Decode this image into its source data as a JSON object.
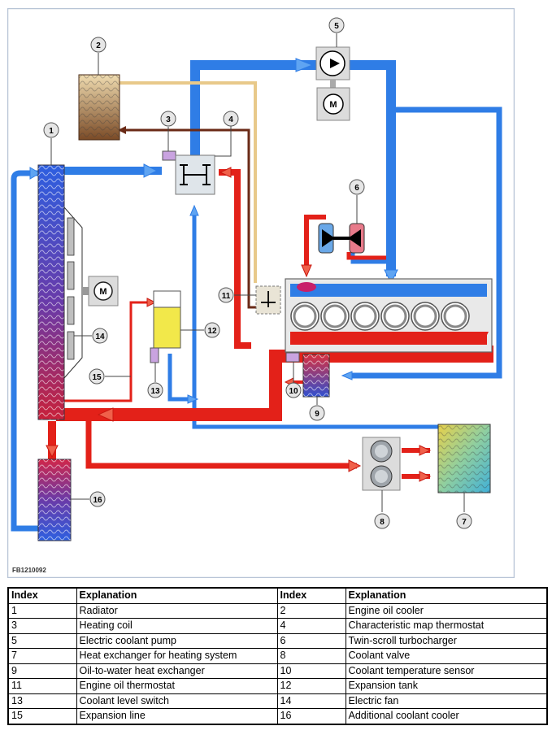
{
  "figure": {
    "id_label": "FB1210092",
    "callouts": [
      {
        "n": "1",
        "target": "radiator"
      },
      {
        "n": "2",
        "target": "engine-oil-cooler"
      },
      {
        "n": "3",
        "target": "heating-coil"
      },
      {
        "n": "4",
        "target": "map-thermostat"
      },
      {
        "n": "5",
        "target": "electric-coolant-pump"
      },
      {
        "n": "6",
        "target": "twin-scroll-turbocharger"
      },
      {
        "n": "7",
        "target": "heat-exchanger-heating"
      },
      {
        "n": "8",
        "target": "coolant-valve"
      },
      {
        "n": "9",
        "target": "oil-to-water-heat-exchanger"
      },
      {
        "n": "10",
        "target": "coolant-temperature-sensor"
      },
      {
        "n": "11",
        "target": "engine-oil-thermostat"
      },
      {
        "n": "12",
        "target": "expansion-tank"
      },
      {
        "n": "13",
        "target": "coolant-level-switch"
      },
      {
        "n": "14",
        "target": "electric-fan"
      },
      {
        "n": "15",
        "target": "expansion-line"
      },
      {
        "n": "16",
        "target": "additional-coolant-cooler"
      }
    ],
    "colors": {
      "cold": "#2f7de6",
      "hot": "#e32119",
      "oil_light": "#e8c98a",
      "oil_dark": "#6a2a16",
      "frame": "#c9c9c9"
    }
  },
  "legend": {
    "headers": [
      "Index",
      "Explanation",
      "Index",
      "Explanation"
    ],
    "rows": [
      [
        "1",
        "Radiator",
        "2",
        "Engine oil cooler"
      ],
      [
        "3",
        "Heating coil",
        "4",
        "Characteristic map thermostat"
      ],
      [
        "5",
        "Electric coolant pump",
        "6",
        "Twin-scroll turbocharger"
      ],
      [
        "7",
        "Heat exchanger for heating system",
        "8",
        "Coolant valve"
      ],
      [
        "9",
        "Oil-to-water heat exchanger",
        "10",
        "Coolant temperature sensor"
      ],
      [
        "11",
        "Engine oil thermostat",
        "12",
        "Expansion tank"
      ],
      [
        "13",
        "Coolant level switch",
        "14",
        "Electric fan"
      ],
      [
        "15",
        "Expansion line",
        "16",
        "Additional coolant cooler"
      ]
    ]
  }
}
